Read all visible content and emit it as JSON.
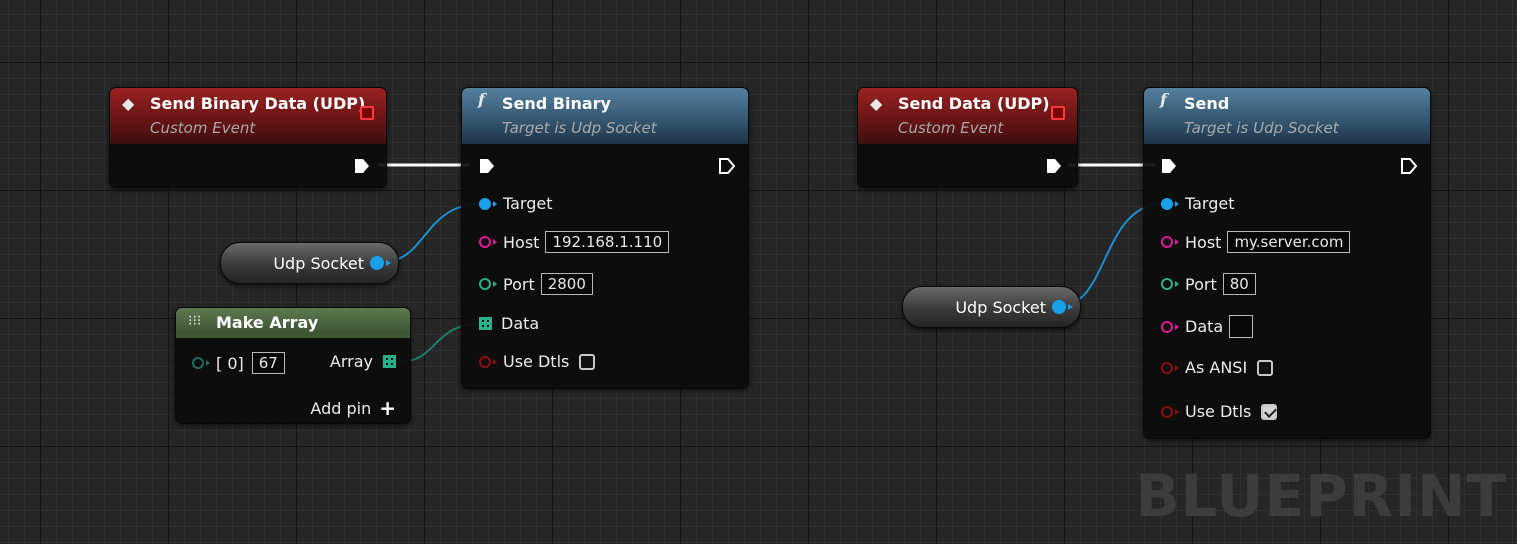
{
  "watermark": "BLUEPRINT",
  "nodes": {
    "event_binary": {
      "title": "Send Binary Data (UDP)",
      "subtitle": "Custom Event"
    },
    "send_binary": {
      "title": "Send Binary",
      "subtitle": "Target is Udp Socket",
      "pins": {
        "target": "Target",
        "host": "Host",
        "port": "Port",
        "data": "Data",
        "use_dtls": "Use Dtls"
      },
      "values": {
        "host": "192.168.1.110",
        "port": "2800",
        "use_dtls": false
      }
    },
    "udp_socket_1": {
      "label": "Udp Socket"
    },
    "make_array": {
      "title": "Make Array",
      "index_label": "[ 0]",
      "index_value": "67",
      "output_label": "Array",
      "add_pin_label": "Add pin"
    },
    "event_data": {
      "title": "Send Data (UDP)",
      "subtitle": "Custom Event"
    },
    "send": {
      "title": "Send",
      "subtitle": "Target is Udp Socket",
      "pins": {
        "target": "Target",
        "host": "Host",
        "port": "Port",
        "data": "Data",
        "as_ansi": "As ANSI",
        "use_dtls": "Use Dtls"
      },
      "values": {
        "host": "my.server.com",
        "port": "80",
        "data": "",
        "as_ansi": false,
        "use_dtls": true
      }
    },
    "udp_socket_2": {
      "label": "Udp Socket"
    }
  },
  "colors": {
    "exec": "#ffffff",
    "object_pin": "#18a0ea",
    "string_pin": "#e0169a",
    "int_pin": "#2ab08a",
    "bool_pin": "#8a0f0f",
    "event_header": "#9a2222",
    "function_header": "#2d4d66"
  }
}
